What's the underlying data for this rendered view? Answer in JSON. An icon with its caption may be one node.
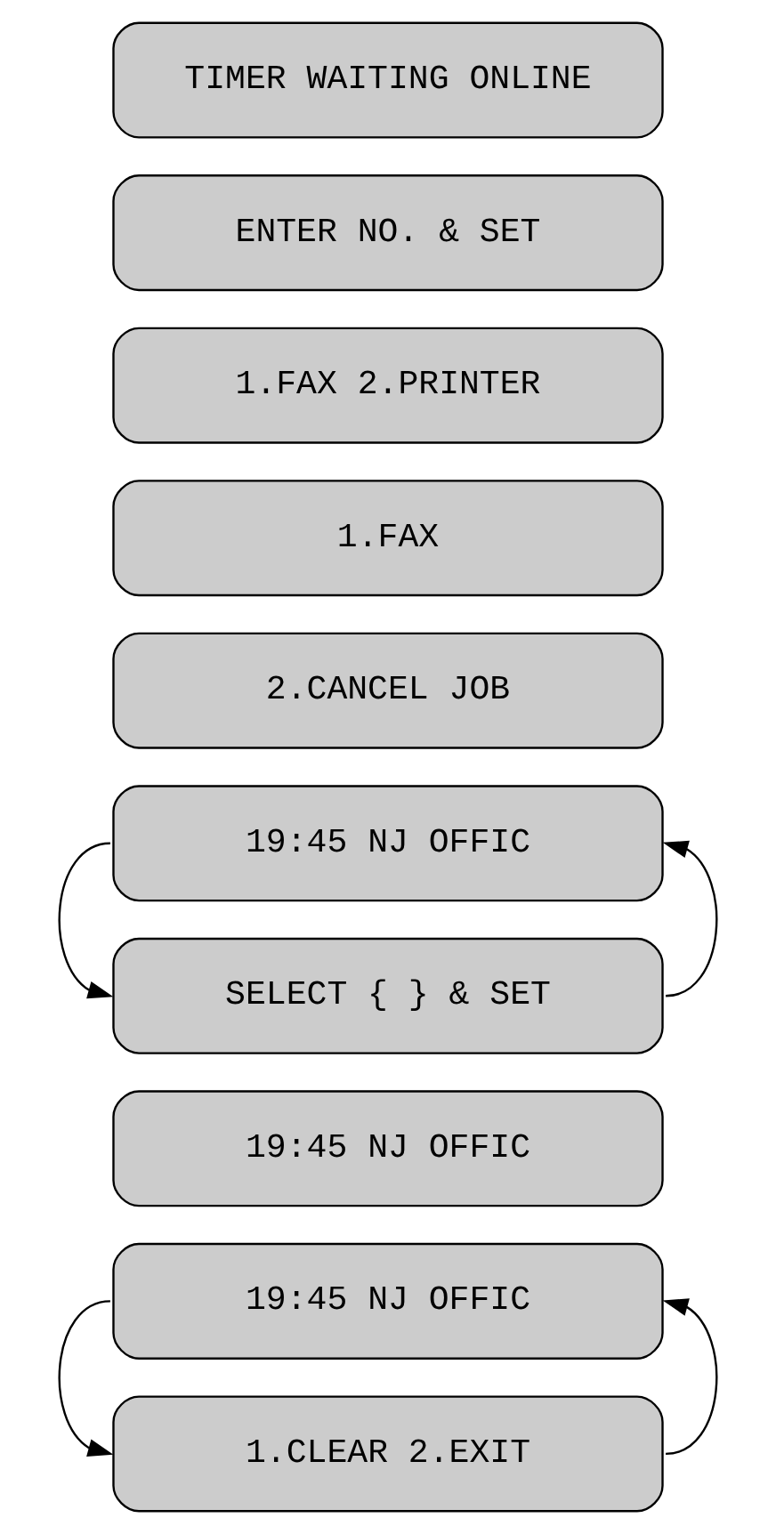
{
  "diagram": {
    "nodes": [
      {
        "text": [
          "TIMER WAITING ONLINE"
        ]
      },
      {
        "text": [
          "ENTER NO. & SET"
        ]
      },
      {
        "text": [
          "1.FAX 2.PRINTER"
        ]
      },
      {
        "text": [
          "1.FAX"
        ]
      },
      {
        "text": [
          "2.CANCEL JOB"
        ]
      },
      {
        "text": [
          "19:45 NJ OFFIC"
        ]
      },
      {
        "text": [
          "SELECT { } & SET"
        ]
      },
      {
        "text": [
          "19:45 NJ OFFIC"
        ]
      },
      {
        "text": [
          "19:45 NJ OFFIC"
        ]
      },
      {
        "text": [
          "1.CLEAR 2.EXIT"
        ]
      }
    ],
    "edges": [
      {
        "from": 5,
        "to": 6,
        "arrow": "to"
      },
      {
        "from": 6,
        "to": 5,
        "arrow": "to"
      },
      {
        "from": 8,
        "to": 9,
        "arrow": "to"
      },
      {
        "from": 9,
        "to": 8,
        "arrow": "to"
      }
    ]
  }
}
